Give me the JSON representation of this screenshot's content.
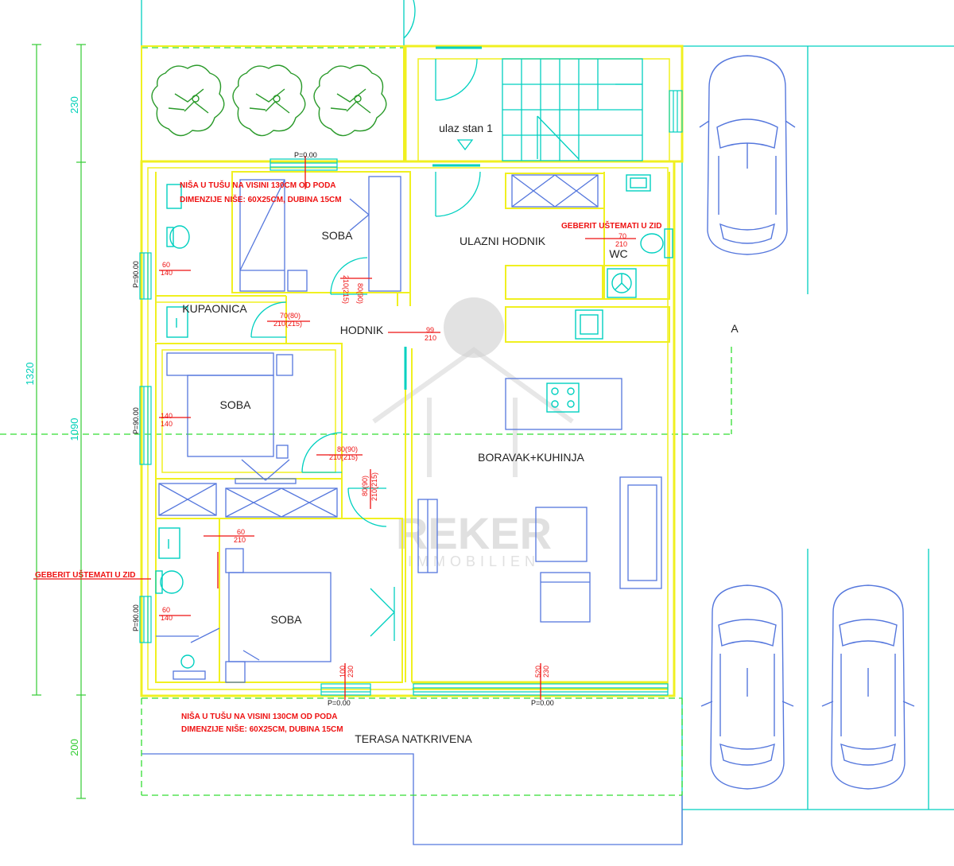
{
  "colors": {
    "wall": "#f0f020",
    "cyan": "#00d0c0",
    "blue": "#5577dd",
    "red": "#ee1111",
    "green": "#33dd33",
    "tree": "#2a9a2a"
  },
  "rooms": {
    "ulaz": "ulaz stan 1",
    "soba_top": "SOBA",
    "ulazni_hodnik": "ULAZNI HODNIK",
    "wc": "WC",
    "kupaonica": "KUPAONICA",
    "hodnik": "HODNIK",
    "axis_a": "A",
    "soba_mid": "SOBA",
    "boravak": "BORAVAK+KUHINJA",
    "soba_bottom": "SOBA",
    "terasa": "TERASA NATKRIVENA"
  },
  "dimensions": {
    "d230": "230",
    "d1320": "1320",
    "d1090": "1090",
    "d200": "200"
  },
  "notes": {
    "nisa_top_1": "NIŠA U TUŠU NA VISINI 130CM OD PODA",
    "nisa_top_2": "DIMENZIJE NIŠE: 60X25CM, DUBINA 15CM",
    "geberit_wc": "GEBERIT UŠTEMATI U ZID",
    "geberit_left": "GEBERIT UŠTEMATI U ZID",
    "nisa_bot_1": "NIŠA U TUŠU NA VISINI 130CM OD PODA",
    "nisa_bot_2": "DIMENZIJE NIŠE: 60X25CM, DUBINA 15CM"
  },
  "openings": {
    "p_top": "P=0.00",
    "p_bot_left": "P=0.00",
    "p_bot_right": "P=0.00",
    "p90_a": "P=90.00",
    "p90_b": "P=90.00",
    "p90_c": "P=90.00",
    "w60_140_a_1": "60",
    "w60_140_a_2": "140",
    "w140_140_1": "140",
    "w140_140_2": "140",
    "w60_140_b_1": "60",
    "w60_140_b_2": "140",
    "wc_70_1": "70",
    "wc_70_2": "210",
    "kup_1": "70(80)",
    "kup_2": "210(215)",
    "soba_door_1": "80(90)",
    "soba_door_2": "210(215)",
    "hod_1": "99",
    "hod_2": "210",
    "mid_1": "80(90)",
    "mid_2": "210(215)",
    "vert_1": "80(90)",
    "vert_2": "210(215)",
    "bath_1": "60",
    "bath_2": "210",
    "win_bot_1": "100",
    "win_bot_2": "230",
    "win_liv_1": "520",
    "win_liv_2": "230"
  },
  "watermark": {
    "brand": "REKER",
    "sub": "IMMOBILIEN"
  }
}
